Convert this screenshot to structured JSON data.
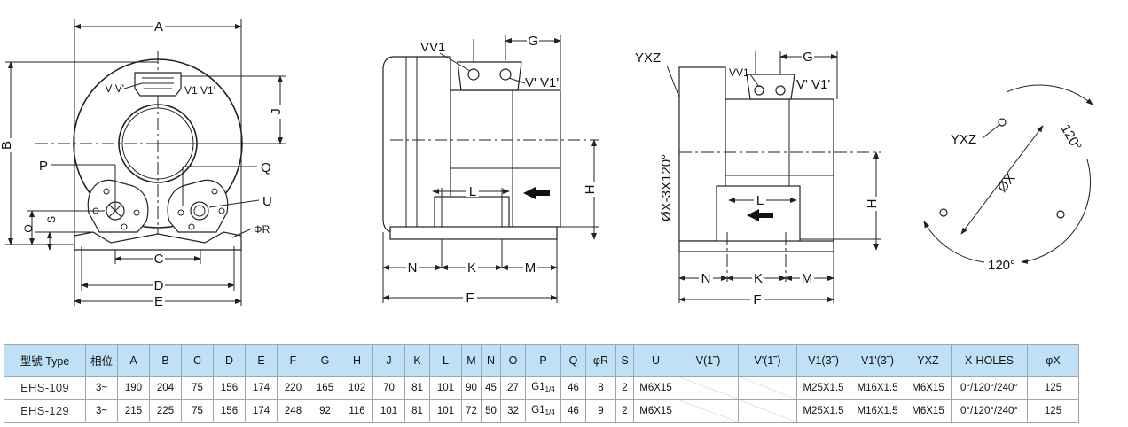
{
  "front_view": {
    "labels": {
      "A": "A",
      "B": "B",
      "C": "C",
      "D": "D",
      "E": "E",
      "J": "J",
      "O": "O",
      "S": "S",
      "P": "P",
      "Q": "Q",
      "U": "U",
      "R": "ΦR",
      "VV": "V V'",
      "V1": "V1 V1'"
    }
  },
  "side_view": {
    "labels": {
      "VV1": "VV1",
      "G": "G",
      "V1": "V' V1'",
      "H": "H",
      "L": "L",
      "N": "N",
      "K": "K",
      "M": "M",
      "F": "F"
    }
  },
  "side_view2": {
    "labels": {
      "YXZ": "YXZ",
      "VV1": "VV1",
      "G": "G",
      "V1": "V' V1'",
      "H": "H",
      "L": "L",
      "N": "N",
      "K": "K",
      "M": "M",
      "F": "F",
      "PHI": "ØX-3X120°"
    }
  },
  "flange_view": {
    "labels": {
      "YXZ": "YXZ",
      "PHIX": "ØX",
      "ANG_TOP": "120°",
      "ANG_BOTTOM": "120°"
    }
  },
  "table": {
    "headers": [
      "型號 Type",
      "相位",
      "A",
      "B",
      "C",
      "D",
      "E",
      "F",
      "G",
      "H",
      "J",
      "K",
      "L",
      "M",
      "N",
      "O",
      "P",
      "Q",
      "φR",
      "S",
      "U",
      "V(1˜)",
      "V'(1˜)",
      "V1(3˜)",
      "V1'(3˜)",
      "YXZ",
      "X-HOLES",
      "φX"
    ],
    "rows": [
      {
        "model": "EHS-109",
        "phase": "3~",
        "A": "190",
        "B": "204",
        "C": "75",
        "D": "156",
        "E": "174",
        "F": "220",
        "G": "165",
        "H": "102",
        "J": "70",
        "K": "81",
        "L": "101",
        "M": "90",
        "N": "45",
        "O": "27",
        "P": "G1",
        "P_sub": "1/4",
        "Q": "46",
        "R": "8",
        "S": "2",
        "U": "M6X15",
        "V": "",
        "V2": "",
        "V1": "M25X1.5",
        "V12": "M16X1.5",
        "YXZ": "M6X15",
        "XH": "0°/120°/240°",
        "X": "125"
      },
      {
        "model": "EHS-129",
        "phase": "3~",
        "A": "215",
        "B": "225",
        "C": "75",
        "D": "156",
        "E": "174",
        "F": "248",
        "G": "92",
        "H": "116",
        "J": "101",
        "K": "81",
        "L": "101",
        "M": "72",
        "N": "50",
        "O": "32",
        "P": "G1",
        "P_sub": "1/4",
        "Q": "46",
        "R": "9",
        "S": "2",
        "U": "M6X15",
        "V": "",
        "V2": "",
        "V1": "M25X1.5",
        "V12": "M16X1.5",
        "YXZ": "M6X15",
        "XH": "0°/120°/240°",
        "X": "125"
      }
    ]
  }
}
